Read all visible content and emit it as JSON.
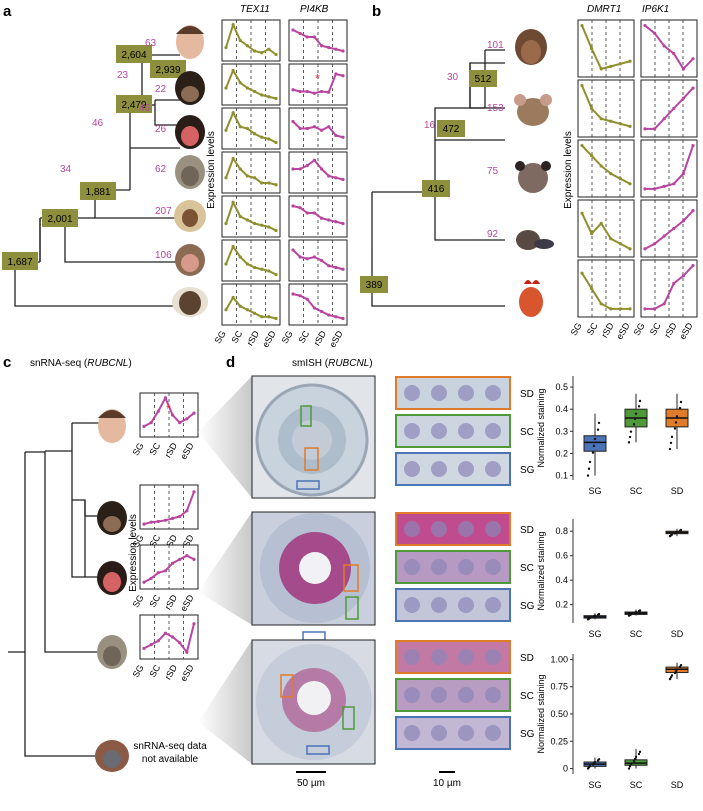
{
  "panels": {
    "a": "a",
    "b": "b",
    "c": "c",
    "d": "d"
  },
  "colors": {
    "olive": "#8f8f2e",
    "magenta": "#b8459f",
    "boxGreen": "#8d8f3c",
    "sg": "#4a73b8",
    "sc": "#4e9a3a",
    "sd": "#e07b2a",
    "star": "#e0303a",
    "grayBg": "#d6d6d6"
  },
  "panel_a": {
    "tree_nodes": [
      "1,687",
      "2,001",
      "1,881",
      "2,479",
      "2,604",
      "2,939"
    ],
    "branch_labels": [
      "63",
      "23",
      "22",
      "46",
      "26",
      "46",
      "34",
      "62",
      "207",
      "106"
    ],
    "species_icons": [
      "human-face-icon",
      "chimpanzee-face-icon",
      "bonobo-face-icon",
      "gorilla-face-icon",
      "gibbon-face-icon",
      "macaque-face-icon",
      "marmoset-face-icon"
    ],
    "gene1": "TEX11",
    "gene2": "PI4KB",
    "ylabel": "Expression levels",
    "stages": [
      "SG",
      "SC",
      "rSD",
      "eSD"
    ]
  },
  "panel_b": {
    "tree_nodes": [
      "389",
      "416",
      "472",
      "512"
    ],
    "branch_labels": [
      "101",
      "30",
      "153",
      "16",
      "75",
      "92"
    ],
    "species_icons": [
      "human-face-icon",
      "mouse-face-icon",
      "opossum-face-icon",
      "platypus-face-icon",
      "chicken-face-icon"
    ],
    "gene1": "DMRT1",
    "gene2": "IP6K1",
    "ylabel": "Expression levels",
    "stages": [
      "SG",
      "SC",
      "rSD",
      "eSD"
    ]
  },
  "panel_c": {
    "title_prefix": "snRNA-seq (",
    "gene": "RUBCNL",
    "title_suffix": ")",
    "ylabel": "Expression levels",
    "stages": [
      "SG",
      "SC",
      "rSD",
      "eSD"
    ],
    "na_line1": "snRNA-seq data",
    "na_line2": "not available",
    "species_icons": [
      "human-face-icon",
      "chimpanzee-face-icon",
      "bonobo-face-icon",
      "gorilla-face-icon",
      "orangutan-face-icon"
    ]
  },
  "panel_d": {
    "title_prefix": "smISH (",
    "gene": "RUBCNL",
    "title_suffix": ")",
    "inset_labels": [
      "SD",
      "SC",
      "SG"
    ],
    "box_ylabel": "Normalized staining",
    "scalebar1": "50 µm",
    "scalebar2": "10 µm"
  },
  "chart_data": [
    {
      "type": "box",
      "categories": [
        "SG",
        "SC",
        "SD"
      ],
      "ylabel": "Normalized staining",
      "yticks": [
        "0.1",
        "0.2",
        "0.3",
        "0.4",
        "0.5"
      ],
      "ylim": [
        0.08,
        0.55
      ],
      "boxes": [
        {
          "q1": 0.21,
          "median": 0.25,
          "q3": 0.28,
          "min": 0.1,
          "max": 0.38
        },
        {
          "q1": 0.32,
          "median": 0.36,
          "q3": 0.4,
          "min": 0.25,
          "max": 0.47
        },
        {
          "q1": 0.32,
          "median": 0.36,
          "q3": 0.4,
          "min": 0.22,
          "max": 0.47
        }
      ]
    },
    {
      "type": "box",
      "categories": [
        "SG",
        "SC",
        "SD"
      ],
      "ylabel": "Normalized staining",
      "yticks": [
        "0.2",
        "0.4",
        "0.6",
        "0.8"
      ],
      "ylim": [
        0.05,
        0.9
      ],
      "boxes": [
        {
          "q1": 0.09,
          "median": 0.1,
          "q3": 0.11,
          "min": 0.08,
          "max": 0.13
        },
        {
          "q1": 0.12,
          "median": 0.13,
          "q3": 0.14,
          "min": 0.11,
          "max": 0.16
        },
        {
          "q1": 0.78,
          "median": 0.79,
          "q3": 0.8,
          "min": 0.76,
          "max": 0.82
        }
      ]
    },
    {
      "type": "box",
      "categories": [
        "SG",
        "SC",
        "SD"
      ],
      "ylabel": "Normalized staining",
      "yticks": [
        "0",
        "0.25",
        "0.50",
        "0.75",
        "1.00"
      ],
      "ylim": [
        -0.05,
        1.05
      ],
      "boxes": [
        {
          "q1": 0.02,
          "median": 0.04,
          "q3": 0.06,
          "min": 0.0,
          "max": 0.1
        },
        {
          "q1": 0.03,
          "median": 0.05,
          "q3": 0.08,
          "min": 0.0,
          "max": 0.18
        },
        {
          "q1": 0.88,
          "median": 0.91,
          "q3": 0.93,
          "min": 0.82,
          "max": 0.97
        }
      ]
    }
  ]
}
